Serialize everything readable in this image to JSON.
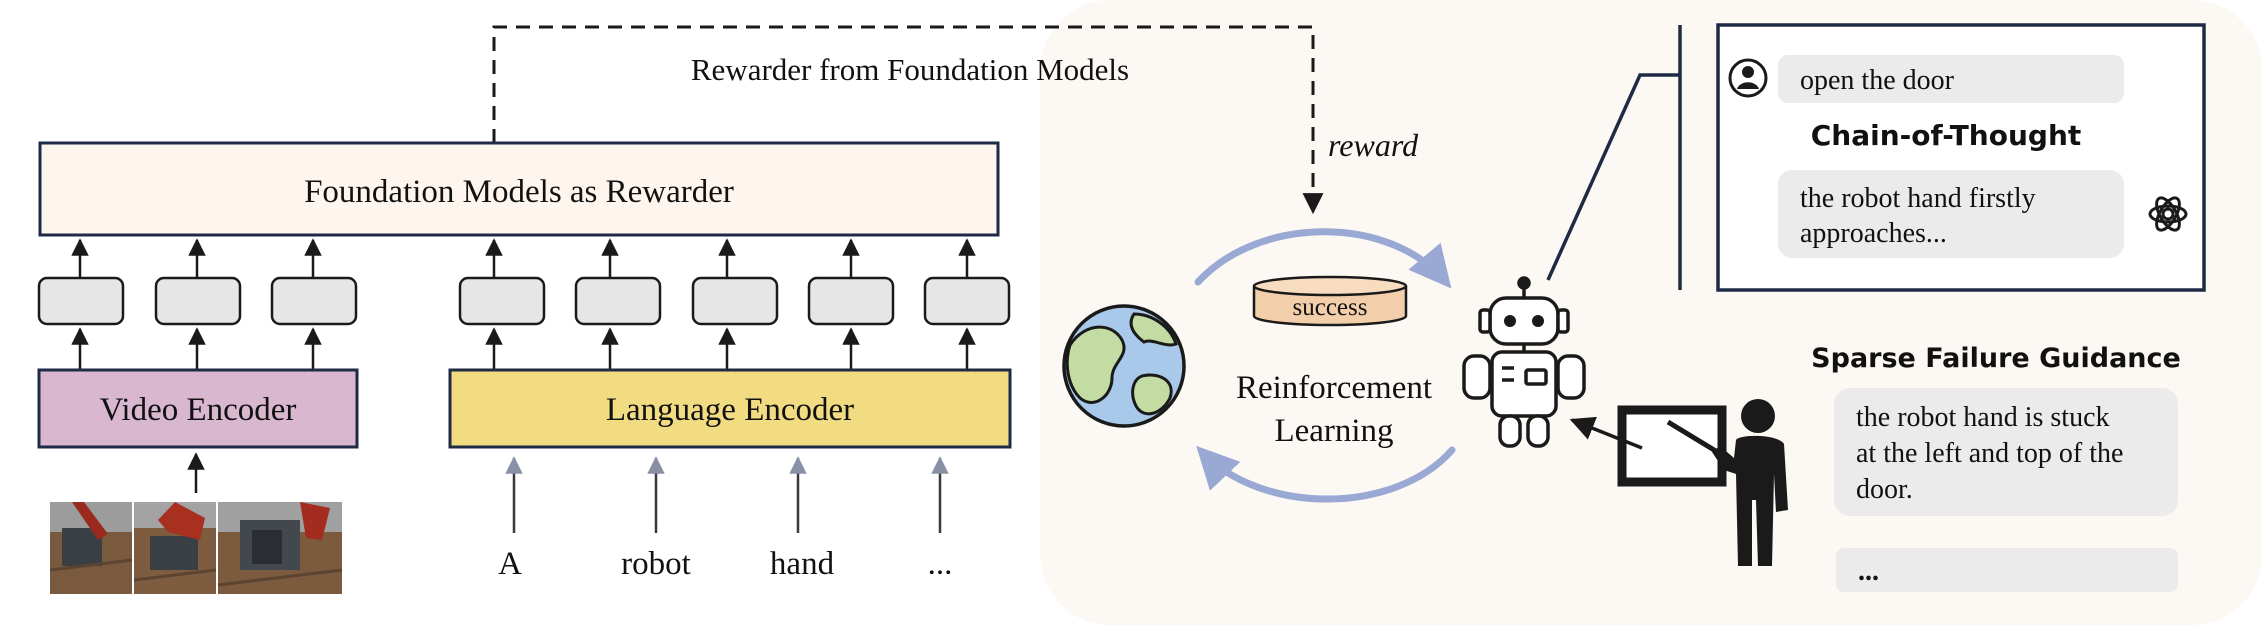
{
  "top_flow": {
    "label": "Rewarder from Foundation Models",
    "reward_label": "reward"
  },
  "left_panel": {
    "rewarder_title": "Foundation Models as Rewarder",
    "video_encoder_label": "Video Encoder",
    "language_encoder_label": "Language Encoder",
    "tokens": [
      "A",
      "robot",
      "hand",
      "..."
    ],
    "video_frames": [
      "frame-1",
      "frame-2",
      "frame-3"
    ]
  },
  "rl_panel": {
    "success_label": "success",
    "rl_label_line1": "Reinforcement",
    "rl_label_line2": "Learning"
  },
  "chat": {
    "user_message": "open the door",
    "cot_title": "Chain-of-Thought",
    "reply_line1": "the robot hand firstly",
    "reply_line2": "approaches..."
  },
  "failure": {
    "title": "Sparse Failure Guidance",
    "line1": "the robot hand is stuck",
    "line2": "at the left and top of the",
    "line3": "door.",
    "ellipsis": "..."
  },
  "colors": {
    "panel_bg": "#fcf8f3",
    "rewarder_fill": "#fdf5ee",
    "video_encoder": "#d8b7cf",
    "language_encoder": "#f2dc82",
    "token_box": "#e6e6e6",
    "arrow_cycle": "#9aa9d4",
    "success_fill": "#f2cfaa",
    "globe_ocean": "#a9c9ea",
    "globe_land": "#c2dca4",
    "bubble": "#ebebeb"
  }
}
